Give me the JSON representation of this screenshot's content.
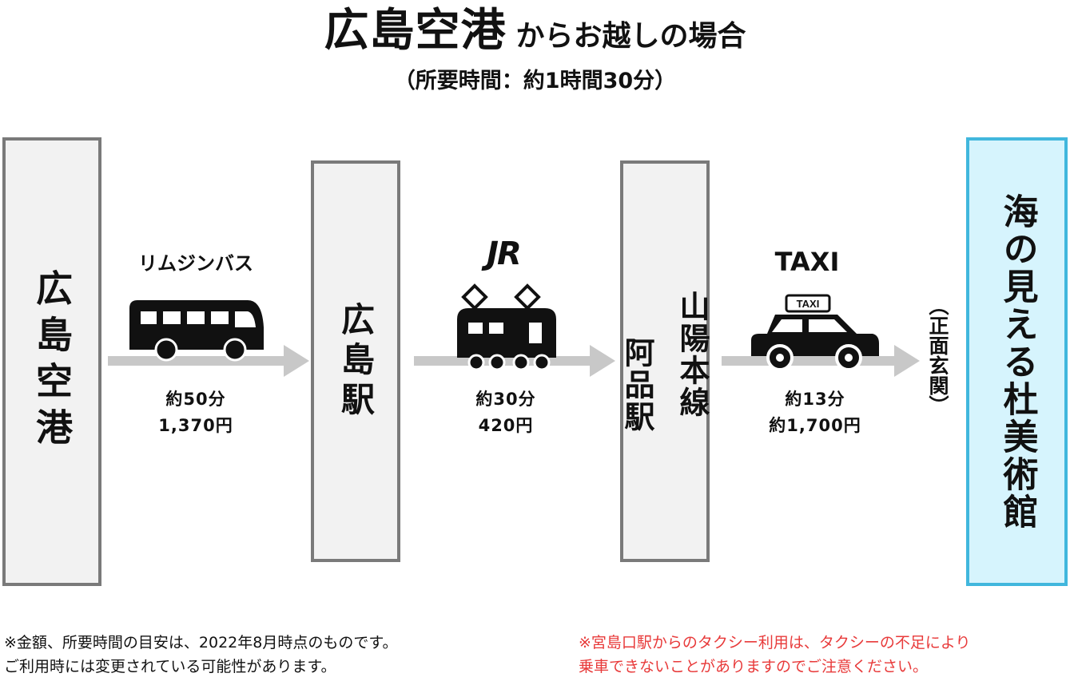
{
  "header": {
    "title_main": "広島空港",
    "title_rest": "からお越しの場合",
    "subtitle": "（所要時間：約1時間30分）"
  },
  "nodes": {
    "hiroshima_airport": "広島空港",
    "hiroshima_station": "広島駅",
    "sanyo_line": "山陽本線",
    "agena_station": "阿品駅",
    "destination": "海の見える杜美術館",
    "entrance_note": "（正面玄関）"
  },
  "legs": {
    "bus": {
      "mode": "リムジンバス",
      "time": "約50分",
      "fare": "1,370円",
      "icon": "bus-icon"
    },
    "train": {
      "mode_logo": "JR",
      "time": "約30分",
      "fare": "420円",
      "icon": "train-icon"
    },
    "taxi": {
      "mode": "TAXI",
      "sign": "TAXI",
      "time": "約13分",
      "fare": "約1,700円",
      "icon": "taxi-icon"
    }
  },
  "notes": {
    "left_line1": "※金額、所要時間の目安は、2022年8月時点のものです。",
    "left_line2": "ご利用時には変更されている可能性があります。",
    "right_line1": "※宮島口駅からのタクシー利用は、タクシーの不足により",
    "right_line2": "乗車できないことがありますのでご注意ください。"
  },
  "colors": {
    "node_border": "#7a7a7a",
    "node_fill": "#f2f2f2",
    "dest_border": "#41b7dd",
    "dest_fill": "#d6f4fd",
    "arrow": "#c8c8c8",
    "note_red": "#e83a3a"
  }
}
